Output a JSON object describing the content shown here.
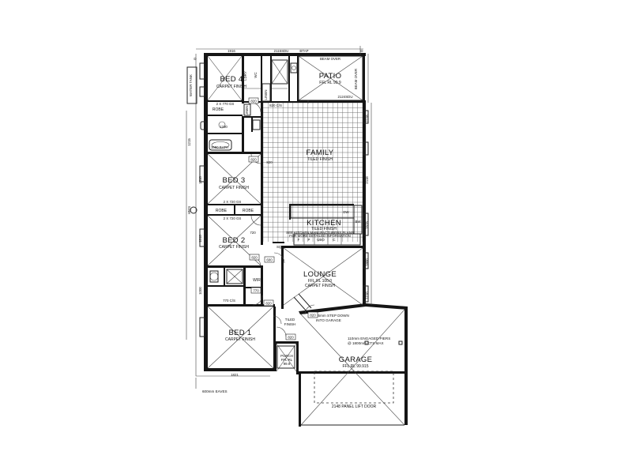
{
  "rooms": {
    "bed4": {
      "name": "BED 4",
      "finish": "CARPET FINISH"
    },
    "patio": {
      "name": "PATIO",
      "level": "FFL RL 99.9"
    },
    "family": {
      "name": "FAMILY",
      "finish": "TILED FINISH"
    },
    "bed3": {
      "name": "BED 3",
      "finish": "CARPET FINISH"
    },
    "kitchen": {
      "name": "KITCHEN",
      "finish": "TILED FINISH"
    },
    "bed2": {
      "name": "BED 2",
      "finish": "CARPET FINISH"
    },
    "lounge": {
      "name": "LOUNGE",
      "level": "FFL RL 100.0",
      "finish": "CARPET FINISH"
    },
    "bed1": {
      "name": "BED 1",
      "finish": "CARPET FINISH"
    },
    "garage": {
      "name": "GARAGE",
      "level": "FFL RL 99.915"
    },
    "porch": {
      "name": "PORCH",
      "level": "FFL RL",
      "level2": "99.9"
    },
    "entry": {
      "line1": "TILED",
      "line2": "FINISH"
    },
    "wir": {
      "name": "WIR"
    },
    "robe4": {
      "name": "ROBE"
    },
    "robe3": {
      "name": "ROBE"
    },
    "robe2": {
      "name": "ROBE"
    },
    "linen1": {
      "name": "LINEN"
    },
    "linen2": {
      "name": "LINEN"
    },
    "bath": {
      "name": "1650 BATH"
    },
    "wc": {
      "name": "WC"
    },
    "ldry": {
      "name": "LDRY"
    }
  },
  "notes": {
    "kitchen_note_1": "SEE KITCHEN MANUFACTURERS PLANS",
    "kitchen_note_2": "FOR MORE DETAILED INFORMATION",
    "step_down_1": "85mm STEP DOWN",
    "step_down_2": "INTO GARAGE",
    "piers_1": "110mm ENGAGED PIERS",
    "piers_2": "@ 1800mm CTS MAX",
    "panel_door": "2148 PANEL LIFT DOOR",
    "eaves": "600mm EAVES",
    "beam_over_1": "BEAM OVER",
    "beam_over_2": "BEAM OVER",
    "water_tank": "WATER TANK",
    "robes_4": "2 X 770 GS",
    "robes_32": "2 X 720 GS",
    "wir_robe": "770 C/S",
    "family_door": "820 C/S",
    "sq_set": "SQ SET",
    "hws": "HWS"
  },
  "dimensions": {
    "top_1": "1916",
    "top_2": "2115SDU",
    "top_3": "BTAP",
    "patio_sdu": "2124SDU",
    "bottom": "1821",
    "door_820": "820",
    "door_720": "720",
    "door_770": "770",
    "w_1200": "1200",
    "w_1000": "1000",
    "w_1215": "1215",
    "w_1518": "1518",
    "w_1818": "1818",
    "w_2118": "2118",
    "w_1515": "1515",
    "w_600": "600",
    "w_820b": "820",
    "w_1800": "1800",
    "w_1210": "1210"
  },
  "appliances": {
    "dw": "DW",
    "fridge": "F",
    "pantry": "P",
    "sink": "UBO",
    "oven": "C",
    "bw": "BW"
  }
}
